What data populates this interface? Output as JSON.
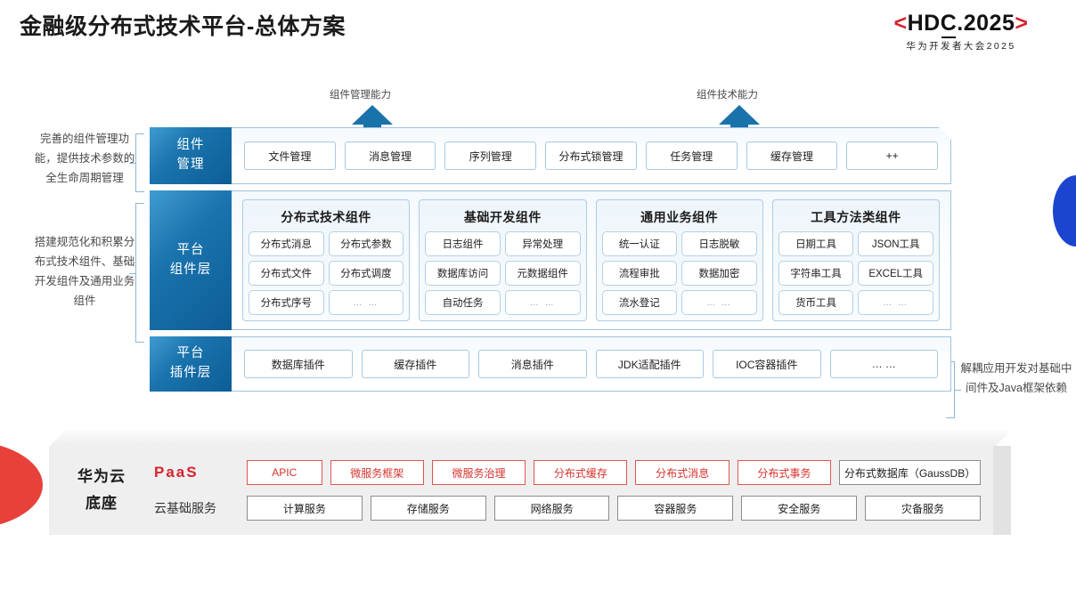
{
  "header": {
    "title": "金融级分布式技术平台-总体方案",
    "logo": {
      "bracket_left": "<",
      "main_pre": "HD",
      "main_c": "C",
      "main_post": ".2025",
      "bracket_right": ">",
      "subtitle": "华为开发者大会2025"
    }
  },
  "colors": {
    "brand_red": "#d6232e",
    "accent_blue": "#1a72ab",
    "layer_gradient_from": "#3f9cd0",
    "layer_gradient_to": "#0d5d95",
    "pill_red_border": "#e0564f",
    "pill_gray_border": "#8c8c8c",
    "slab_bg": "#efefef",
    "wedge_red": "#e8403a",
    "lens_blue": "#1b44cf"
  },
  "arrows": [
    {
      "label": "组件管理能力"
    },
    {
      "label": "组件技术能力"
    }
  ],
  "side_notes": {
    "left_top": "完善的组件管理功能，提供技术参数的全生命周期管理",
    "left_bottom": "搭建规范化和积累分布式技术组件、基础开发组件及通用业务组件",
    "right": "解耦应用开发对基础中间件及Java框架依赖"
  },
  "layers": {
    "component_management": {
      "tag": "组件\n管理",
      "tag_line1": "组件",
      "tag_line2": "管理",
      "items": [
        "文件管理",
        "消息管理",
        "序列管理",
        "分布式锁管理",
        "任务管理",
        "缓存管理",
        "++"
      ]
    },
    "platform_component": {
      "tag_line1": "平台",
      "tag_line2": "组件层",
      "columns": [
        {
          "title": "分布式技术组件",
          "cells": [
            "分布式消息",
            "分布式参数",
            "分布式文件",
            "分布式调度",
            "分布式序号",
            "… …"
          ]
        },
        {
          "title": "基础开发组件",
          "cells": [
            "日志组件",
            "异常处理",
            "数据库访问",
            "元数据组件",
            "自动任务",
            "… …"
          ]
        },
        {
          "title": "通用业务组件",
          "cells": [
            "统一认证",
            "日志脱敏",
            "流程审批",
            "数据加密",
            "流水登记",
            "… …"
          ]
        },
        {
          "title": "工具方法类组件",
          "cells": [
            "日期工具",
            "JSON工具",
            "字符串工具",
            "EXCEL工具",
            "货币工具",
            "… …"
          ]
        }
      ]
    },
    "platform_plugin": {
      "tag_line1": "平台",
      "tag_line2": "插件层",
      "items": [
        "数据库插件",
        "缓存插件",
        "消息插件",
        "JDK适配插件",
        "IOC容器插件",
        "… …"
      ]
    }
  },
  "base": {
    "title_line1": "华为云",
    "title_line2": "底座",
    "rows": [
      {
        "label": "PaaS",
        "label_style": "paas",
        "cells": [
          {
            "text": "APIC",
            "style": "red",
            "flex": 1
          },
          {
            "text": "微服务框架",
            "style": "red",
            "flex": 1.25
          },
          {
            "text": "微服务治理",
            "style": "red",
            "flex": 1.25
          },
          {
            "text": "分布式缓存",
            "style": "red",
            "flex": 1.25
          },
          {
            "text": "分布式消息",
            "style": "red",
            "flex": 1.25
          },
          {
            "text": "分布式事务",
            "style": "red",
            "flex": 1.25
          },
          {
            "text": "分布式数据库（GaussDB）",
            "style": "gray",
            "flex": 1.9
          }
        ]
      },
      {
        "label": "云基础服务",
        "label_style": "plain",
        "cells": [
          {
            "text": "计算服务",
            "style": "gray",
            "flex": 1
          },
          {
            "text": "存储服务",
            "style": "gray",
            "flex": 1
          },
          {
            "text": "网络服务",
            "style": "gray",
            "flex": 1
          },
          {
            "text": "容器服务",
            "style": "gray",
            "flex": 1
          },
          {
            "text": "安全服务",
            "style": "gray",
            "flex": 1
          },
          {
            "text": "灾备服务",
            "style": "gray",
            "flex": 1
          }
        ]
      }
    ]
  }
}
